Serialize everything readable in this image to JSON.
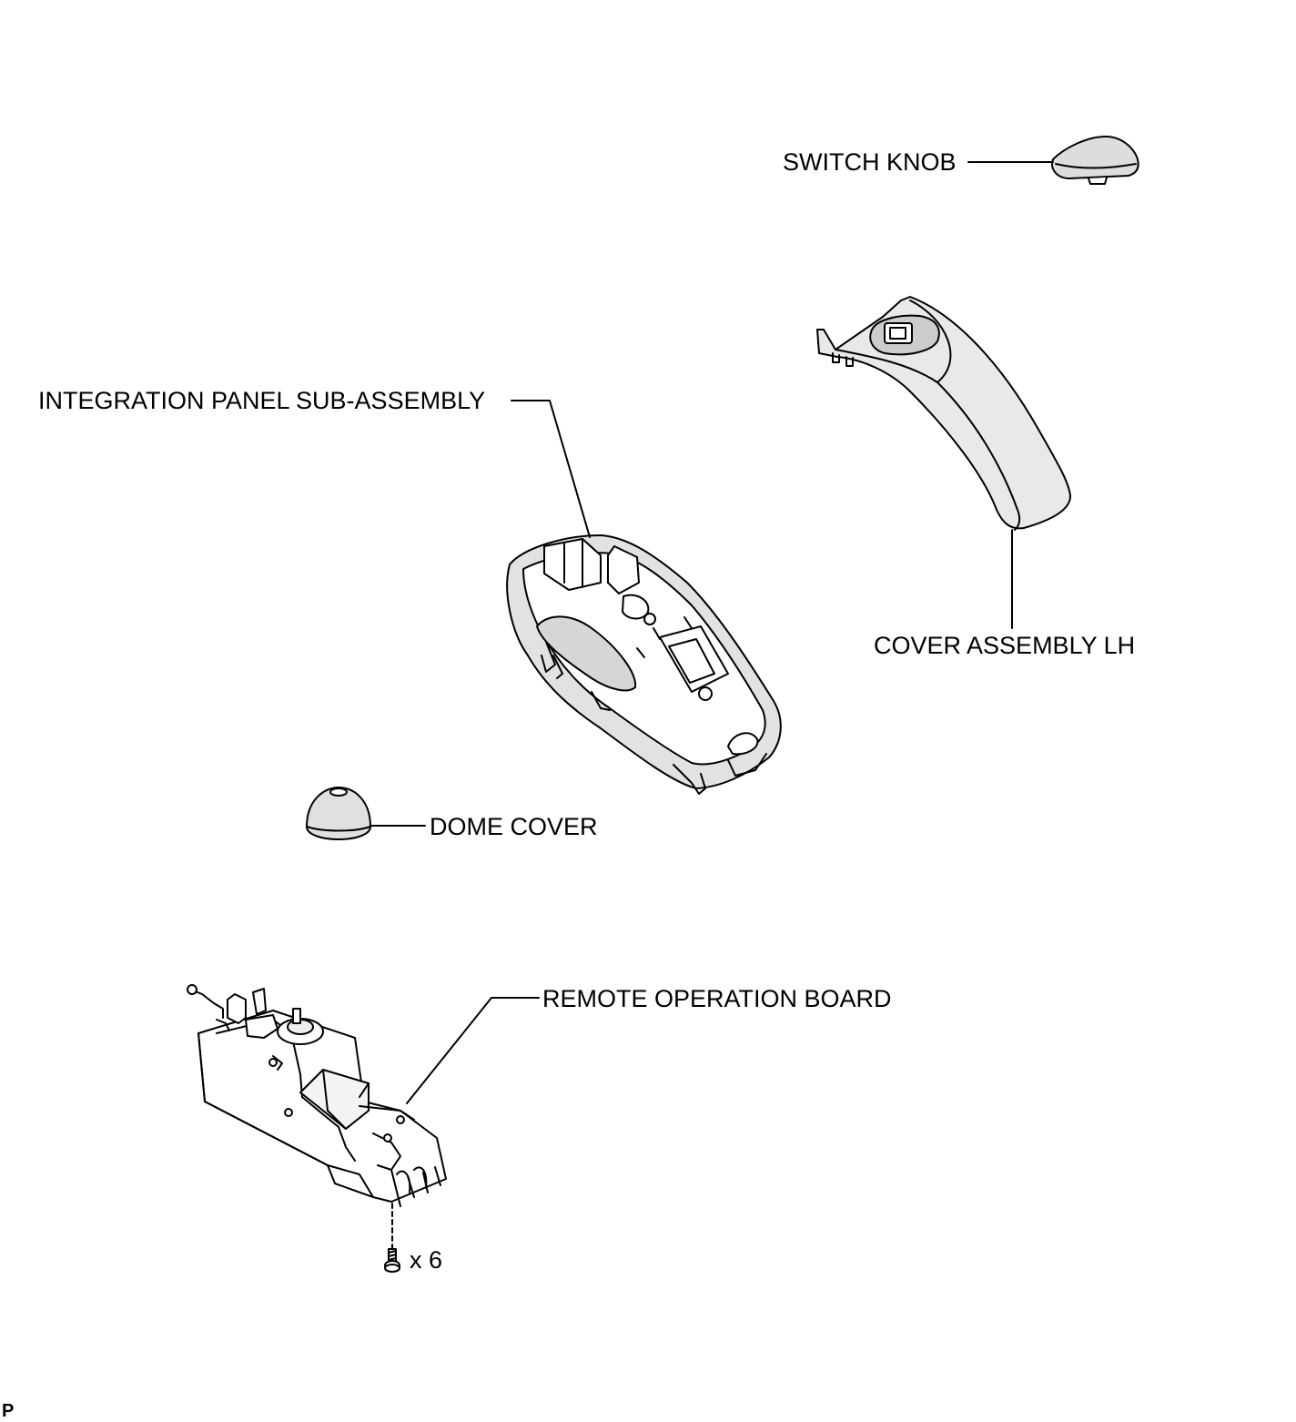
{
  "labels": {
    "switch_knob": "SWITCH KNOB",
    "integration_panel": "INTEGRATION PANEL SUB-ASSEMBLY",
    "cover_assembly_lh": "COVER ASSEMBLY LH",
    "dome_cover": "DOME COVER",
    "remote_operation_board": "REMOTE OPERATION BOARD",
    "screw_quantity": "x 6"
  },
  "corner_mark": "P",
  "colors": {
    "line": "#000000",
    "fill": "#ffffff",
    "shade": "#e6e6e6"
  }
}
